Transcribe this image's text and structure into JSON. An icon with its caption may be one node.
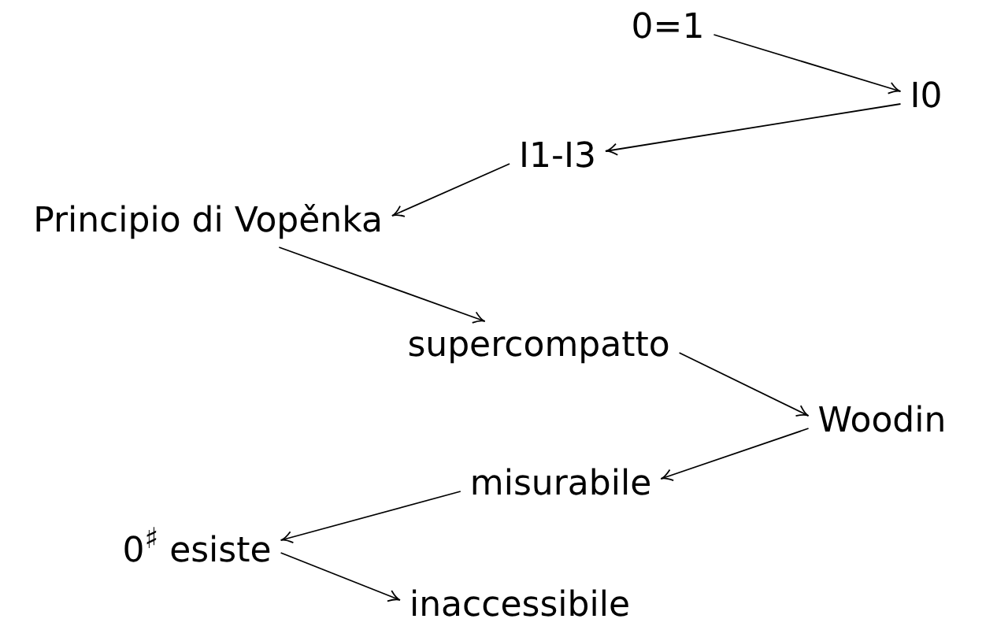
{
  "diagram": {
    "nodes": [
      {
        "text": [
          "0=1"
        ]
      },
      {
        "text": [
          "I0"
        ]
      },
      {
        "text": [
          "I1-I3"
        ]
      },
      {
        "text": [
          "Principio di Vopěnka"
        ]
      },
      {
        "text": [
          "supercompatto"
        ]
      },
      {
        "text": [
          "Woodin"
        ]
      },
      {
        "text": [
          "misurabile"
        ]
      },
      {
        "text": [
          "0$^{♯}$ esiste"
        ]
      },
      {
        "text": [
          "inaccessibile"
        ]
      }
    ],
    "edges": [
      {
        "from": 0,
        "to": 1,
        "arrow": "to"
      },
      {
        "from": 1,
        "to": 2,
        "arrow": "to"
      },
      {
        "from": 2,
        "to": 3,
        "arrow": "to"
      },
      {
        "from": 3,
        "to": 4,
        "arrow": "to"
      },
      {
        "from": 4,
        "to": 5,
        "arrow": "to"
      },
      {
        "from": 5,
        "to": 6,
        "arrow": "to"
      },
      {
        "from": 6,
        "to": 7,
        "arrow": "to"
      },
      {
        "from": 7,
        "to": 8,
        "arrow": "to"
      }
    ]
  }
}
